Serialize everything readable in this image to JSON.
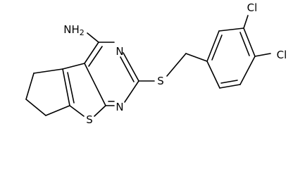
{
  "molecule": {
    "atom_labels": {
      "amine": "NH",
      "amine_subscript": "2",
      "n_upper": "N",
      "n_lower": "N",
      "s_thiophene": "S",
      "s_thioether": "S",
      "cl_meta": "Cl",
      "cl_para": "Cl"
    }
  }
}
